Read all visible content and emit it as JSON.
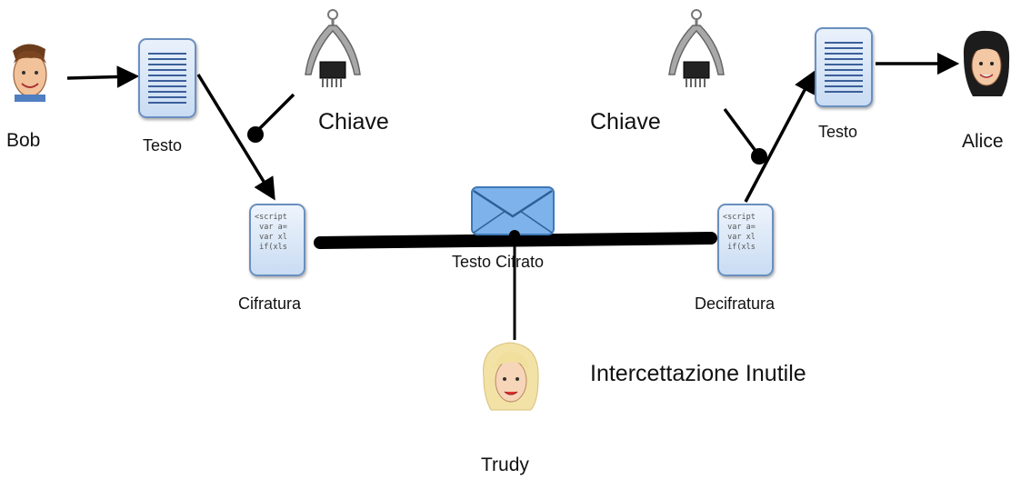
{
  "people": {
    "sender": "Bob",
    "receiver": "Alice",
    "eavesdropper": "Trudy"
  },
  "nodes": {
    "plaintext_left": "Testo",
    "plaintext_right": "Testo",
    "encryption": "Cifratura",
    "decryption": "Decifratura",
    "ciphertext": "Testo Cifrato",
    "key_left": "Chiave",
    "key_right": "Chiave"
  },
  "annotations": {
    "interception": "Intercettazione Inutile"
  },
  "code_snippet": [
    "<script",
    " var a=",
    " var xl",
    " if(xls"
  ],
  "icons": [
    "bob-avatar-icon",
    "alice-avatar-icon",
    "trudy-avatar-icon",
    "document-icon",
    "script-icon",
    "caliper-key-icon",
    "envelope-icon"
  ],
  "colors": {
    "line": "#000000",
    "doc_fill": "#c9dcf3",
    "doc_border": "#6a8fc0",
    "envelope": "#6fa8e6"
  }
}
